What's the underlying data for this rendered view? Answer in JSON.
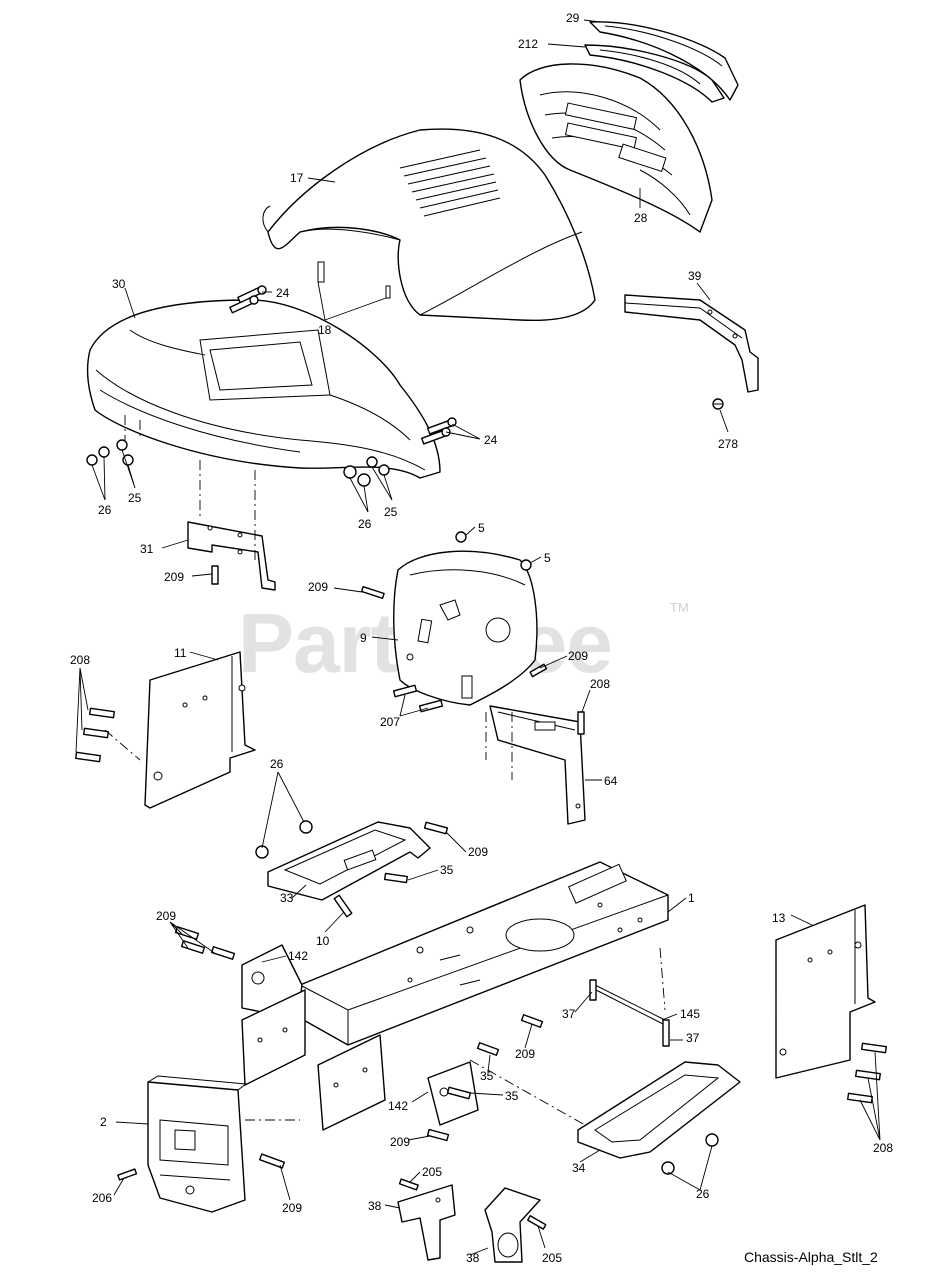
{
  "watermark": {
    "text": "PartsTree",
    "trademark": "TM"
  },
  "caption": "Chassis-Alpha_Stlt_2",
  "callouts": [
    "29",
    "212",
    "17",
    "28",
    "24",
    "30",
    "18",
    "39",
    "278",
    "24",
    "25",
    "26",
    "26",
    "25",
    "5",
    "5",
    "31",
    "209",
    "209",
    "9",
    "209",
    "208",
    "11",
    "207",
    "208",
    "64",
    "26",
    "209",
    "35",
    "33",
    "10",
    "1",
    "13",
    "209",
    "142",
    "37",
    "145",
    "37",
    "35",
    "209",
    "35",
    "142",
    "209",
    "2",
    "206",
    "209",
    "205",
    "38",
    "38",
    "205",
    "34",
    "26",
    "208"
  ]
}
